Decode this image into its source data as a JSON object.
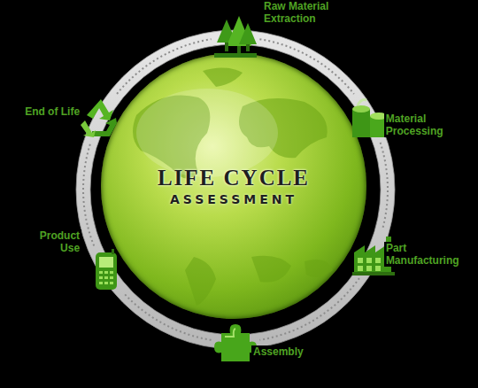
{
  "diagram": {
    "nodes": [
      {
        "text": [
          "LIFE CYCLE",
          "ASSESSMENT"
        ]
      },
      {
        "text": [
          "Raw Material Extraction"
        ]
      },
      {
        "text": [
          "Material Processing"
        ]
      },
      {
        "text": [
          "Part Manufacturing"
        ]
      },
      {
        "text": [
          "Assembly"
        ]
      },
      {
        "text": [
          "Product Use"
        ]
      },
      {
        "text": [
          "End of Life"
        ]
      }
    ],
    "edges": [
      {
        "from": 1,
        "to": 2,
        "arrow": "none"
      },
      {
        "from": 2,
        "to": 3,
        "arrow": "none"
      },
      {
        "from": 3,
        "to": 4,
        "arrow": "none"
      },
      {
        "from": 4,
        "to": 5,
        "arrow": "none"
      },
      {
        "from": 5,
        "to": 6,
        "arrow": "none"
      },
      {
        "from": 6,
        "to": 1,
        "arrow": "none"
      }
    ]
  }
}
